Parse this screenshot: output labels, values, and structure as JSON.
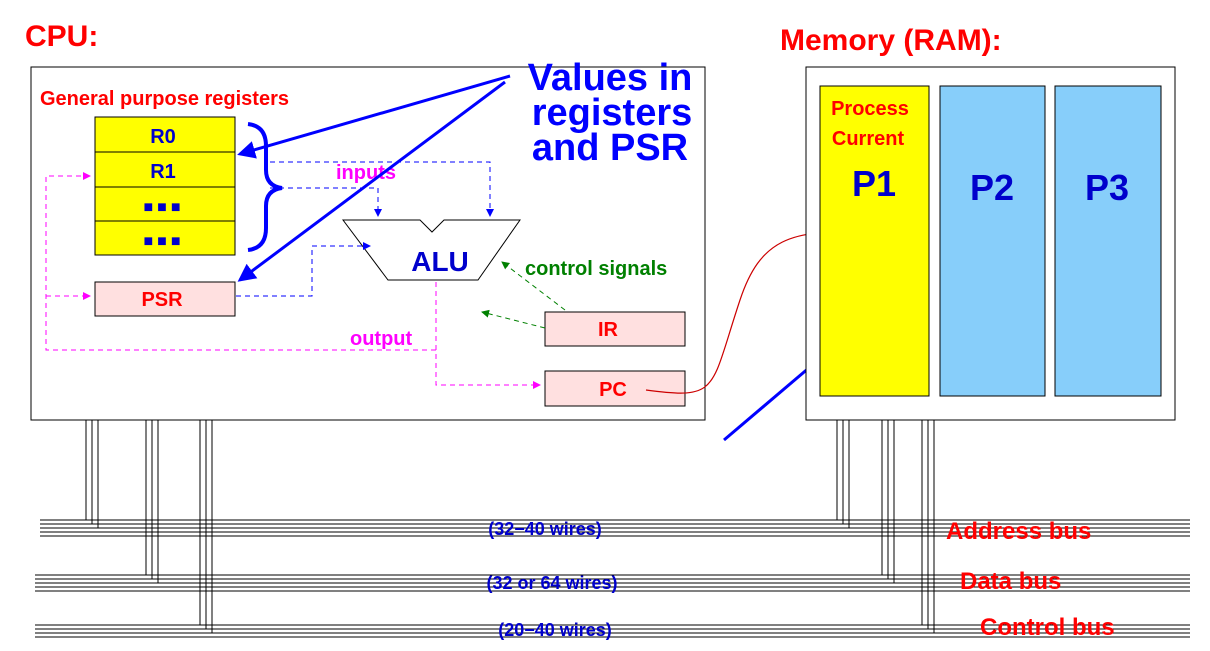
{
  "cpu": {
    "title": "CPU:",
    "gpr_label": "General purpose registers",
    "registers": [
      "R0",
      "R1",
      "■■■",
      "■■■"
    ],
    "psr": "PSR",
    "alu": "ALU",
    "ir": "IR",
    "pc": "PC",
    "inputs_label": "inputs",
    "output_label": "output",
    "control_label": "control signals",
    "values_note": [
      "Values in",
      "registers",
      "and PSR"
    ]
  },
  "memory": {
    "title": "Memory (RAM):",
    "current_label": [
      "Process",
      "Current"
    ],
    "processes": [
      "P1",
      "P2",
      "P3"
    ]
  },
  "buses": [
    {
      "name": "Address bus",
      "wires": "(32−40 wires)"
    },
    {
      "name": "Data bus",
      "wires": "(32 or 64 wires)"
    },
    {
      "name": "Control bus",
      "wires": "(20−40 wires)"
    }
  ],
  "colors": {
    "red": "#ff0000",
    "blue": "#0000ff",
    "navy": "#0000cc",
    "magenta": "#ff00ff",
    "green": "#008000",
    "yellow": "#ffff00",
    "lightblue": "#87cefa",
    "pink": "#ffe0e0",
    "darkred": "#cc0000"
  }
}
